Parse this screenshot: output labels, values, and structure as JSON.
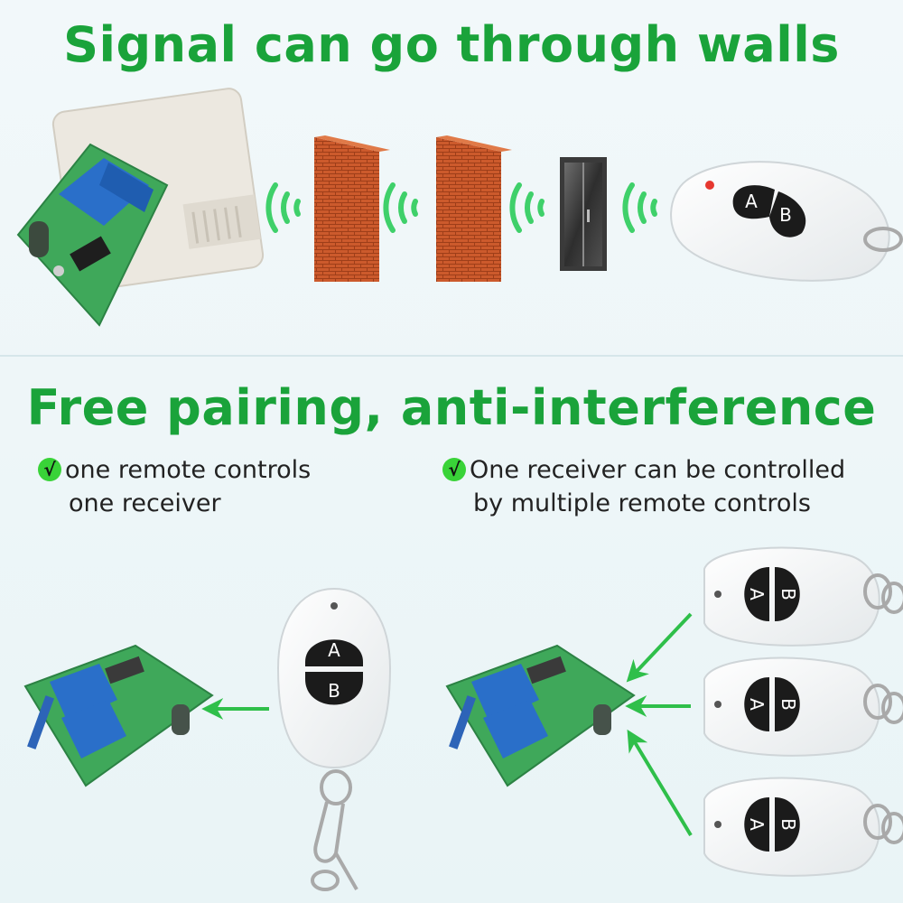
{
  "section1": {
    "title": "Signal can go through walls"
  },
  "section2": {
    "title": "Free pairing, anti-interference",
    "check_glyph": "√",
    "feature_left": {
      "line1": "one remote controls",
      "line2": "one receiver"
    },
    "feature_right": {
      "line1": "One receiver can be controlled",
      "line2": "by multiple remote controls"
    }
  },
  "remote": {
    "button_a": "A",
    "button_b": "B"
  },
  "colors": {
    "headline_green": "#1aa33a",
    "check_green": "#39d338",
    "arrow_green": "#2fbf4a",
    "signal_green": "#3fd06a",
    "brick": "#cc5a2c",
    "pcb_green": "#3fa85a",
    "relay_blue": "#2a6fc9",
    "remote_button": "#1b1b1b"
  },
  "icons": [
    "check-icon",
    "signal-wave-icon",
    "brick-wall-icon",
    "door-icon",
    "remote-icon",
    "receiver-module-icon",
    "arrow-icon",
    "keyring-icon"
  ]
}
